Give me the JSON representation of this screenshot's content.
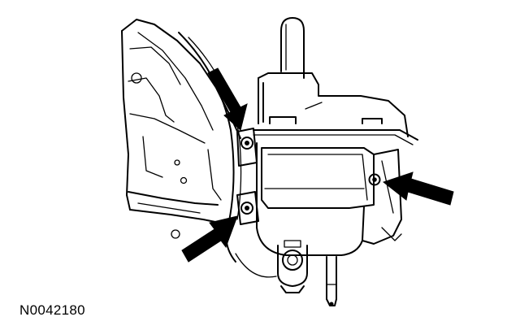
{
  "figure": {
    "reference_code": "N0042180",
    "callouts": [
      {
        "id": "fastener-upper-left",
        "arrow": "arrow-upper-left"
      },
      {
        "id": "fastener-lower-left",
        "arrow": "arrow-lower-left"
      },
      {
        "id": "fastener-right",
        "arrow": "arrow-right"
      }
    ],
    "colors": {
      "line": "#000000",
      "background": "#ffffff"
    }
  }
}
